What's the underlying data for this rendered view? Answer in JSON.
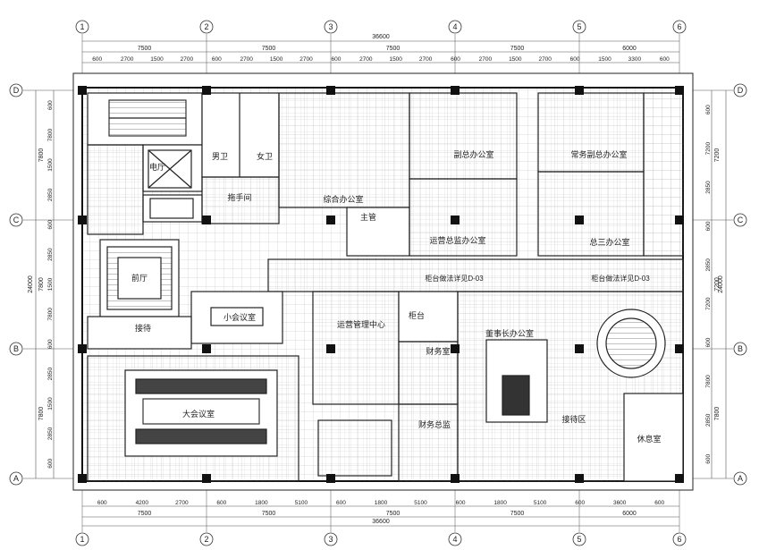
{
  "grid_columns": [
    "1",
    "2",
    "3",
    "4",
    "5",
    "6"
  ],
  "grid_rows": [
    "D",
    "C",
    "B",
    "A"
  ],
  "overall": {
    "width": "36600",
    "height": "24000"
  },
  "top_bays": [
    "7500",
    "7500",
    "7500",
    "7500",
    "6000"
  ],
  "bottom_bays": [
    "7500",
    "7500",
    "7500",
    "7500",
    "6000"
  ],
  "top_sub_dims": [
    "600",
    "2700",
    "1500",
    "2700",
    "600",
    "2700",
    "1500",
    "2700",
    "600",
    "2700",
    "1500",
    "2700",
    "600",
    "2700",
    "1500",
    "2700",
    "600",
    "1500",
    "3300",
    "600"
  ],
  "bottom_sub_dims": [
    "600",
    "4200",
    "2700",
    "600",
    "1800",
    "5100",
    "600",
    "1800",
    "5100",
    "600",
    "1800",
    "5100",
    "600",
    "3600",
    "600"
  ],
  "left_sub_dims": [
    "600",
    "7800",
    "1500",
    "2850",
    "600",
    "2850",
    "1500",
    "7800",
    "600",
    "2850",
    "1500",
    "2850",
    "600"
  ],
  "right_sub_dims": [
    "600",
    "7200",
    "2850",
    "600",
    "2850",
    "7200",
    "600",
    "7800",
    "2850",
    "600"
  ],
  "left_bays": [
    "7800",
    "7800",
    "7800"
  ],
  "right_bays": [
    "7200",
    "7200",
    "7800"
  ],
  "rooms": {
    "hall": "电厅",
    "male_wc": "男卫",
    "female_wc": "女卫",
    "mop_room": "拖手间",
    "general_office": "综合办公室",
    "supervisor": "主管",
    "deputy_gm": "副总办公室",
    "exec_vp": "常务副总办公室",
    "ops_vp": "运营总监办公室",
    "vp3": "总三办公室",
    "lobby": "前厅",
    "reception": "接待",
    "small_meeting": "小会议室",
    "ops_center": "运营管理中心",
    "counter": "柜台",
    "finance": "财务室",
    "finance_director": "财务总监",
    "chairman": "董事长办公室",
    "reception_area": "接待区",
    "lounge": "休息室",
    "big_meeting": "大会议室",
    "corridor_note_1": "柜台做法详见D-03",
    "corridor_note_2": "柜台做法详见D-03"
  }
}
